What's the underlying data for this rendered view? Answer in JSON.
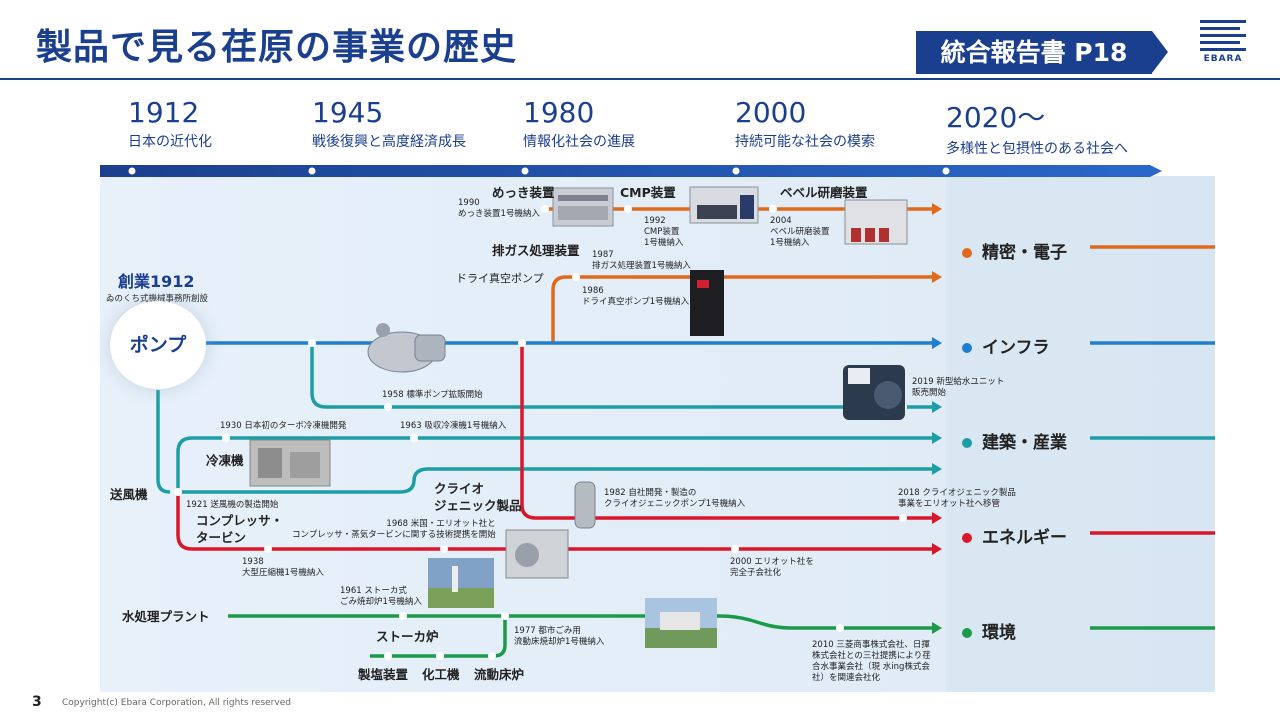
{
  "header": {
    "title": "製品で見る荏原の事業の歴史",
    "report_label": "統合報告書 P18",
    "logo_text": "EBARA"
  },
  "eras": [
    {
      "year": "1912",
      "desc": "日本の近代化"
    },
    {
      "year": "1945",
      "desc": "戦後復興と高度経済成長"
    },
    {
      "year": "1980",
      "desc": "情報化社会の進展"
    },
    {
      "year": "2000",
      "desc": "持続可能な社会の模索"
    },
    {
      "year": "2020〜",
      "desc": "多様性と包摂性のある社会へ"
    }
  ],
  "founding": {
    "title": "創業1912",
    "sub": "ゐのくち式機械事務所創設",
    "pump": "ポンプ"
  },
  "categories": [
    {
      "label": "精密・電子",
      "color": "#e06a1c"
    },
    {
      "label": "インフラ",
      "color": "#1e7fd0"
    },
    {
      "label": "建築・産業",
      "color": "#1d9ea6"
    },
    {
      "label": "エネルギー",
      "color": "#d9172a"
    },
    {
      "label": "環境",
      "color": "#1c9a4a"
    }
  ],
  "products": {
    "plating": "めっき装置",
    "cmp": "CMP装置",
    "bevel": "ベベル研磨装置",
    "exhaust": "排ガス処理装置",
    "dry_pump": "ドライ真空ポンプ",
    "refrigerator": "冷凍機",
    "blower": "送風機",
    "compressor": "コンプレッサ・\nタービン",
    "cryo": "クライオ\nジェニック製品",
    "water": "水処理プラント",
    "stoker": "ストーカ炉",
    "salt": "製塩装置",
    "chem": "化工機",
    "fluid": "流動床炉"
  },
  "events": {
    "e1990": "1990\nめっき装置1号機納入",
    "e1992": "1992\nCMP装置\n1号機納入",
    "e2004": "2004\nベベル研磨装置\n1号機納入",
    "e1987": "1987\n排ガス処理装置1号機納入",
    "e1986": "1986\nドライ真空ポンプ1号機納入",
    "e1958": "1958 標準ポンプ拡販開始",
    "e2019": "2019 新型給水ユニット\n販売開始",
    "e1930": "1930 日本初のターボ冷凍機開発",
    "e1963": "1963 吸収冷凍機1号機納入",
    "e1921": "1921 送風機の製造開始",
    "e1982": "1982 自社開発・製造の\nクライオジェニックポンプ1号機納入",
    "e2018": "2018 クライオジェニック製品\n事業をエリオット社へ移管",
    "e1968": "1968 米国・エリオット社と\nコンプレッサ・蒸気タービンに関する技術提携を開始",
    "e1938": "1938\n大型圧縮機1号機納入",
    "e2000": "2000 エリオット社を\n完全子会社化",
    "e1961": "1961 ストーカ式\nごみ焼却炉1号機納入",
    "e1977": "1977 都市ごみ用\n流動床焼却炉1号機納入",
    "e2010": "2010 三菱商事株式会社、日揮\n株式会社との三社提携により荏\n合水事業会社（現 水ing株式会\n社）を関連会社化"
  },
  "footer": {
    "page": "3",
    "copyright": "Copyright(c) Ebara Corporation, All rights reserved"
  }
}
